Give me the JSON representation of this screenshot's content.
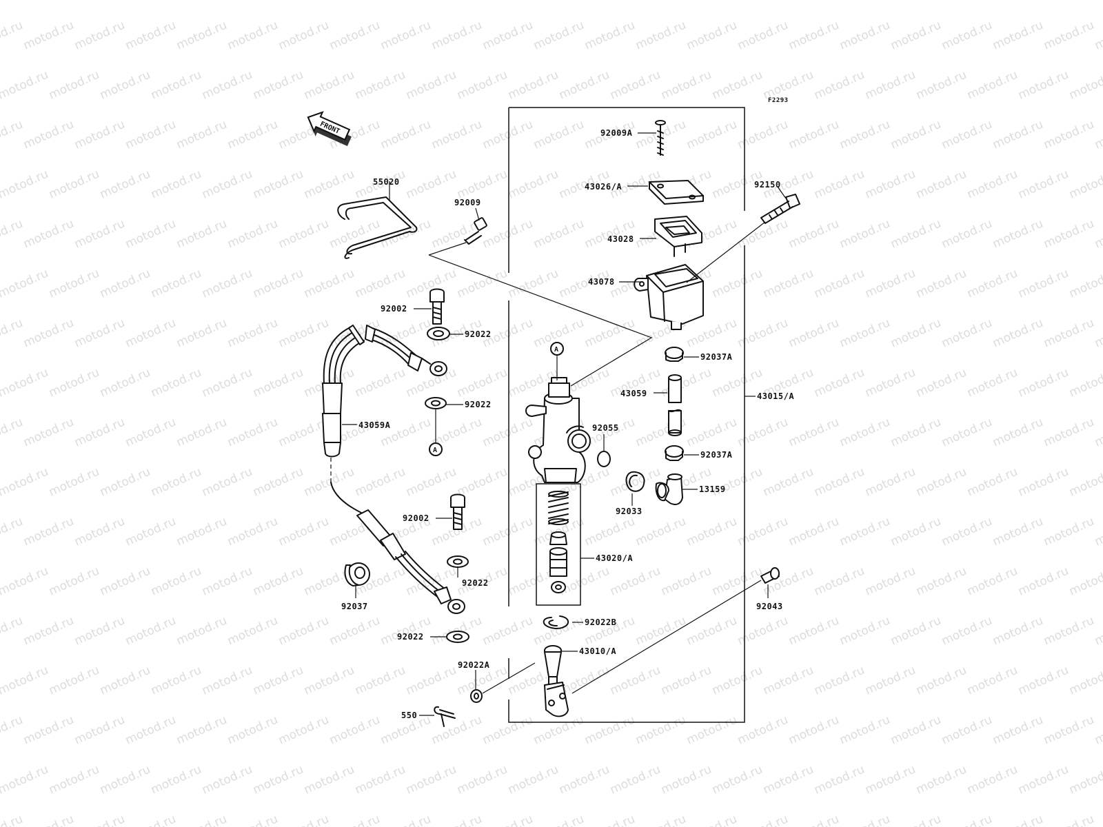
{
  "watermark_text": "motod.ru",
  "diagram_code": "F2293",
  "front_label": "FRONT",
  "ref_marker": "A",
  "labels": {
    "p55020": "55020",
    "p92009": "92009",
    "p92009A": "92009A",
    "p43026A": "43026/A",
    "p43028": "43028",
    "p43078": "43078",
    "p92150": "92150",
    "p92002_top": "92002",
    "p92022_1": "92022",
    "p92022_2": "92022",
    "p92037A_1": "92037A",
    "p43059": "43059",
    "p43015A": "43015/A",
    "p43059A": "43059A",
    "p92055": "92055",
    "p92037A_2": "92037A",
    "p13159": "13159",
    "p92033": "92033",
    "p92002_bot": "92002",
    "p43020A": "43020/A",
    "p92022_3": "92022",
    "p92037": "92037",
    "p92043": "92043",
    "p92022B": "92022B",
    "p92022_4": "92022",
    "p43010A": "43010/A",
    "p92022A": "92022A",
    "p550": "550"
  }
}
